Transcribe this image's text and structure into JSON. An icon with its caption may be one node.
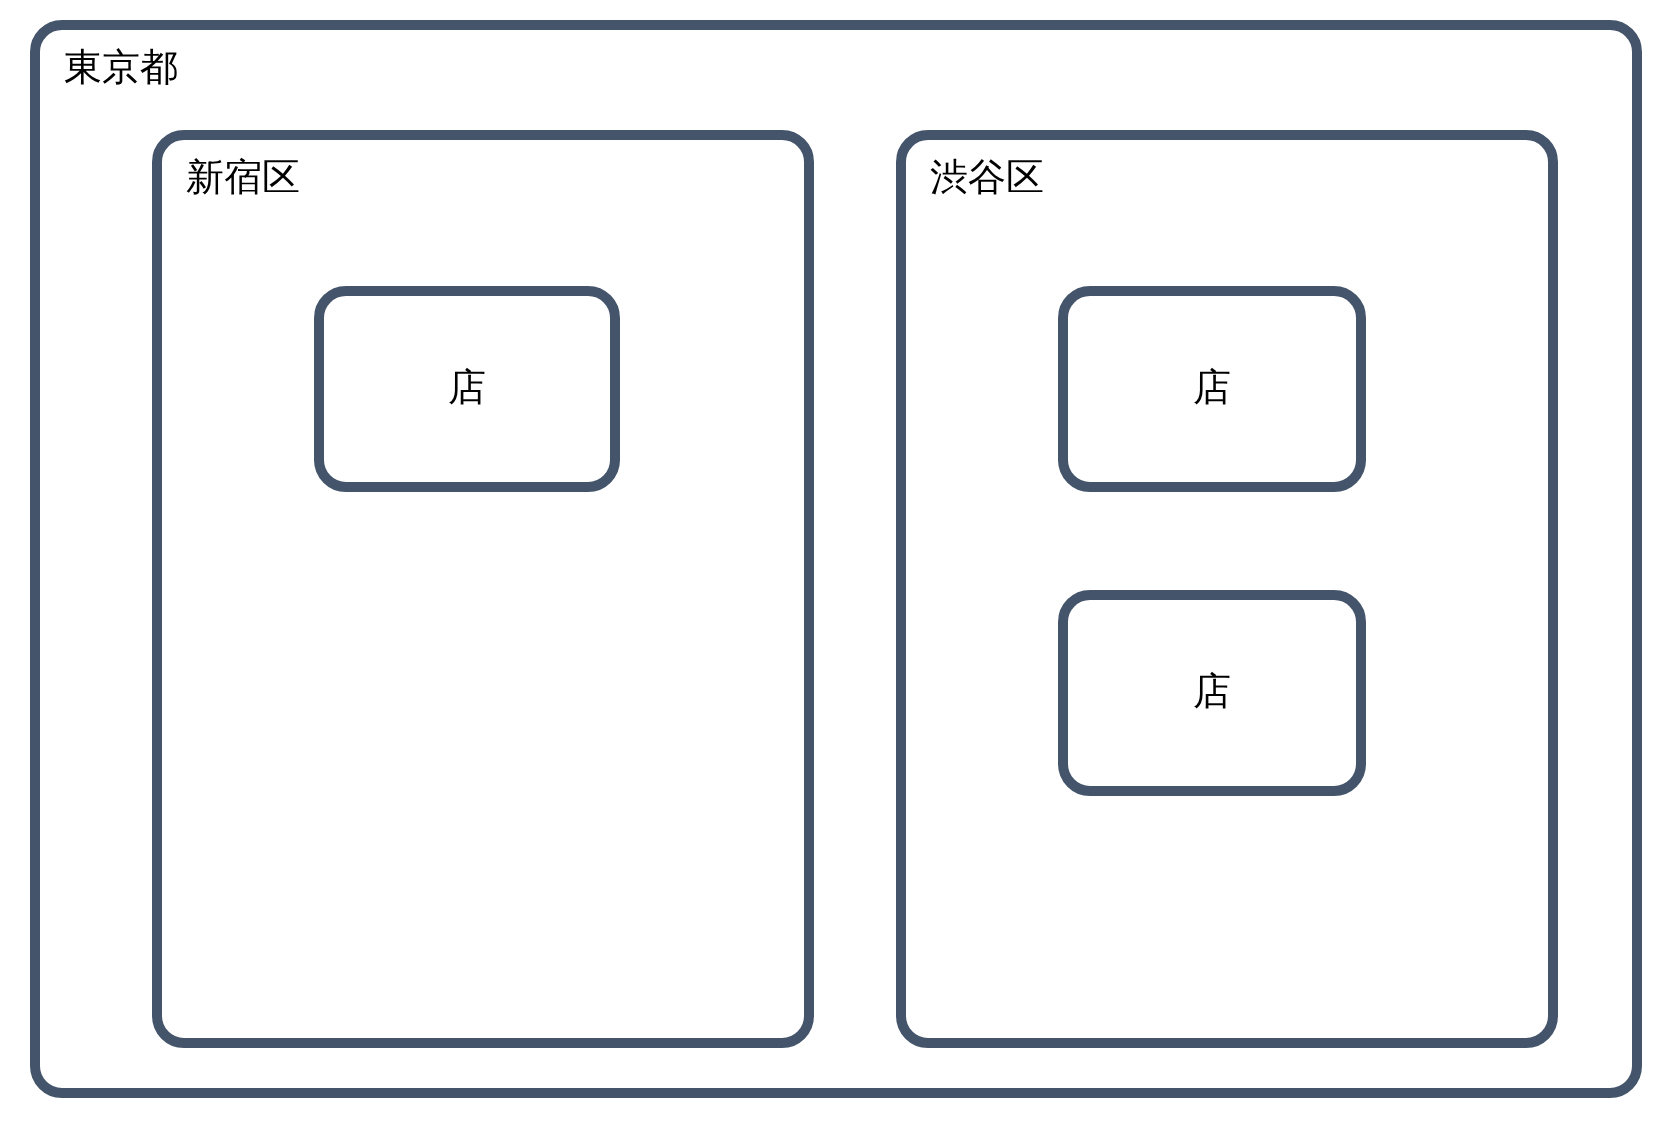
{
  "diagram": {
    "nodes": [
      {
        "text": [
          "東京都"
        ]
      },
      {
        "text": [
          "新宿区"
        ],
        "in": 0
      },
      {
        "text": [
          "渋谷区"
        ],
        "in": 0
      },
      {
        "text": [
          "店"
        ],
        "in": 1
      },
      {
        "text": [
          "店"
        ],
        "in": 2
      },
      {
        "text": [
          "店"
        ],
        "in": 2
      }
    ]
  }
}
